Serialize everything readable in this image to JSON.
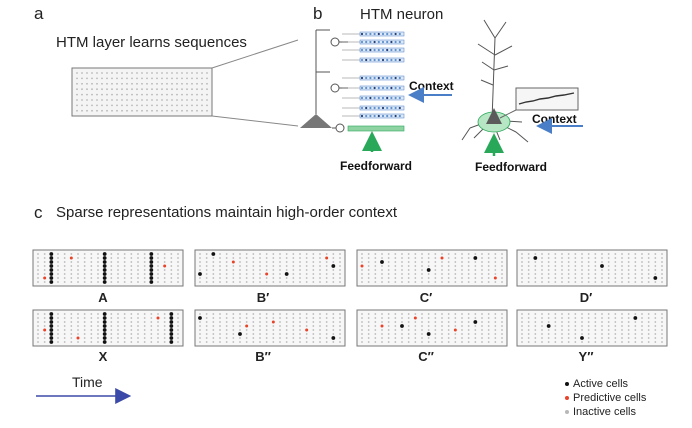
{
  "panels": {
    "a": {
      "letter": "a",
      "title": "HTM layer learns sequences"
    },
    "b": {
      "letter": "b",
      "title": "HTM neuron",
      "context_label": "Context",
      "feedforward_label": "Feedforward"
    },
    "c": {
      "letter": "c",
      "title": "Sparse representations maintain high-order context"
    }
  },
  "sequences": [
    {
      "label": "A"
    },
    {
      "label": "B′"
    },
    {
      "label": "C′"
    },
    {
      "label": "D′"
    },
    {
      "label": "X"
    },
    {
      "label": "B′′"
    },
    {
      "label": "C′′"
    },
    {
      "label": "Y′′"
    }
  ],
  "time_label": "Time",
  "legend": {
    "active": "Active cells",
    "predictive": "Predictive cells",
    "inactive": "Inactive cells"
  },
  "colors": {
    "active": "#111111",
    "predictive": "#e8432a",
    "inactive": "#b8b8b8",
    "context_arrow": "#4a7fc8",
    "feedforward_arrow": "#2aa85a",
    "time_arrow": "#3b4aa8"
  }
}
